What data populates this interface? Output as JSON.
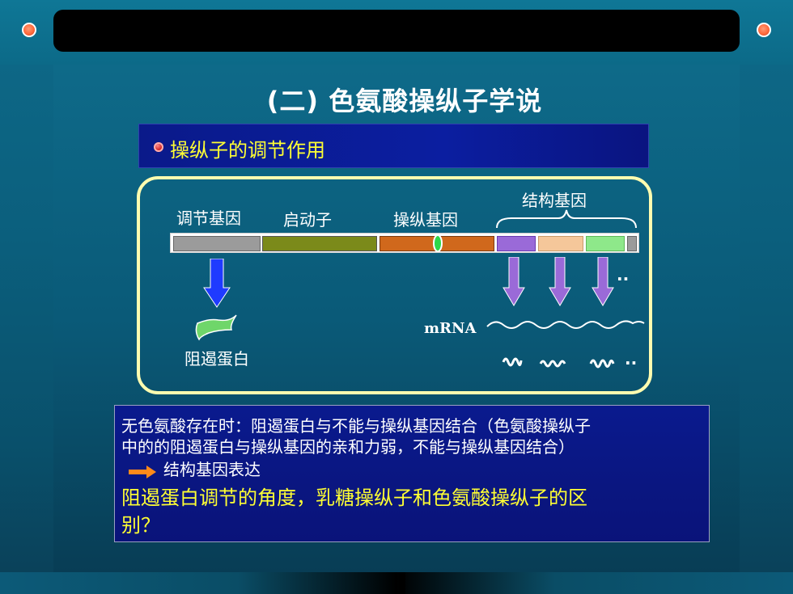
{
  "title": "(二) 色氨酸操纵子学说",
  "subtitle": "操纵子的调节作用",
  "diagram": {
    "labels": {
      "regulator_gene": "调节基因",
      "promoter": "启动子",
      "operator_gene": "操纵基因",
      "structural_genes": "结构基因",
      "repressor": "阻遏蛋白",
      "mrna": "mRNA",
      "ellipsis": ".."
    },
    "colors": {
      "regulator": "#9b9b9b",
      "promoter": "#7b8a1a",
      "operator": "#d0681c",
      "gene_a": "#9a6ad8",
      "gene_b": "#f5c79a",
      "gene_c": "#8ee88a",
      "tail": "#9b9b9b",
      "blue_arrow": "#1f3bff",
      "purple_arrow": "#9a6ad8",
      "repressor": "#6fd66a"
    }
  },
  "text": {
    "line1": "无色氨酸存在时：阻遏蛋白与不能与操纵基因结合（色氨酸操纵子",
    "line2": "中的的阻遏蛋白与操纵基因的亲和力弱，不能与操纵基因结合）",
    "line3": "结构基因表达",
    "question1": "阻遏蛋白调节的角度，乳糖操纵子和色氨酸操纵子的区",
    "question2": "别？"
  }
}
